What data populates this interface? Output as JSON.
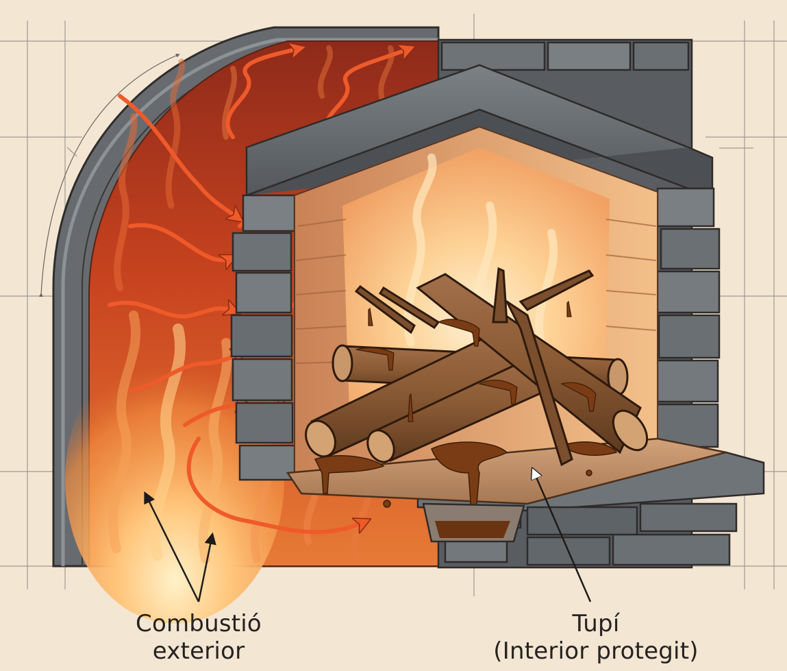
{
  "diagram": {
    "callouts": [
      {
        "id": "combustion",
        "lines": [
          "Combustió",
          "exterior"
        ]
      },
      {
        "id": "wick",
        "lines": [
          "Tupí",
          "(Interior protegit)"
        ]
      }
    ],
    "colors": {
      "paper": "#f3e6d3",
      "flame_outer": "#b8391f",
      "flame_mid": "#e5692f",
      "flame_core": "#ffd79a",
      "stone": "#6b6f72",
      "wood": "#8a5a34",
      "wax": "#7a3c14",
      "heat_arrow": "#e9572c",
      "blueprint_line": "#8c8782"
    },
    "icons": [
      "flame-icon",
      "heat-arrow-icon",
      "log-icon",
      "drip-icon"
    ]
  }
}
